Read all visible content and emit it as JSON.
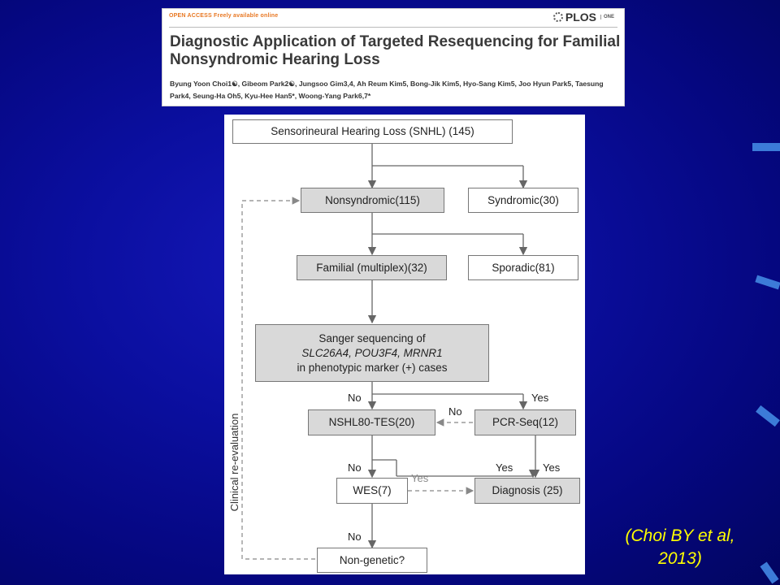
{
  "header": {
    "open_access": "OPEN ACCESS Freely available online",
    "journal": "PLOS",
    "journal_sub": "ONE",
    "title": "Diagnostic Application of Targeted Resequencing for Familial Nonsyndromic Hearing Loss",
    "authors": "Byung Yoon Choi1☯, Gibeom Park2☯, Jungsoo Gim3,4, Ah Reum Kim5, Bong-Jik Kim5, Hyo-Sang Kim5, Joo Hyun Park5, Taesung Park4, Seung-Ha Oh5, Kyu-Hee Han5*, Woong-Yang Park6,7*"
  },
  "flowchart": {
    "nodes": {
      "snhl": "Sensorineural Hearing Loss (SNHL) (145)",
      "nonsyndromic": "Nonsyndromic(115)",
      "syndromic": "Syndromic(30)",
      "familial": "Familial (multiplex)(32)",
      "sporadic": "Sporadic(81)",
      "sanger_line1": "Sanger sequencing of",
      "sanger_line2": "SLC26A4,  POU3F4, MRNR1",
      "sanger_line3": "in phenotypic marker (+) cases",
      "nshl": "NSHL80-TES(20)",
      "pcr": "PCR-Seq(12)",
      "wes": "WES(7)",
      "diagnosis": "Diagnosis (25)",
      "nongenetic": "Non-genetic?"
    },
    "labels": {
      "no": "No",
      "yes": "Yes"
    },
    "side_label": "Clinical re-evaluation"
  },
  "citation": "(Choi BY et al, 2013)",
  "colors": {
    "background": "#00008a",
    "citation": "#ffff00",
    "box_grey": "#d9d9d9"
  }
}
